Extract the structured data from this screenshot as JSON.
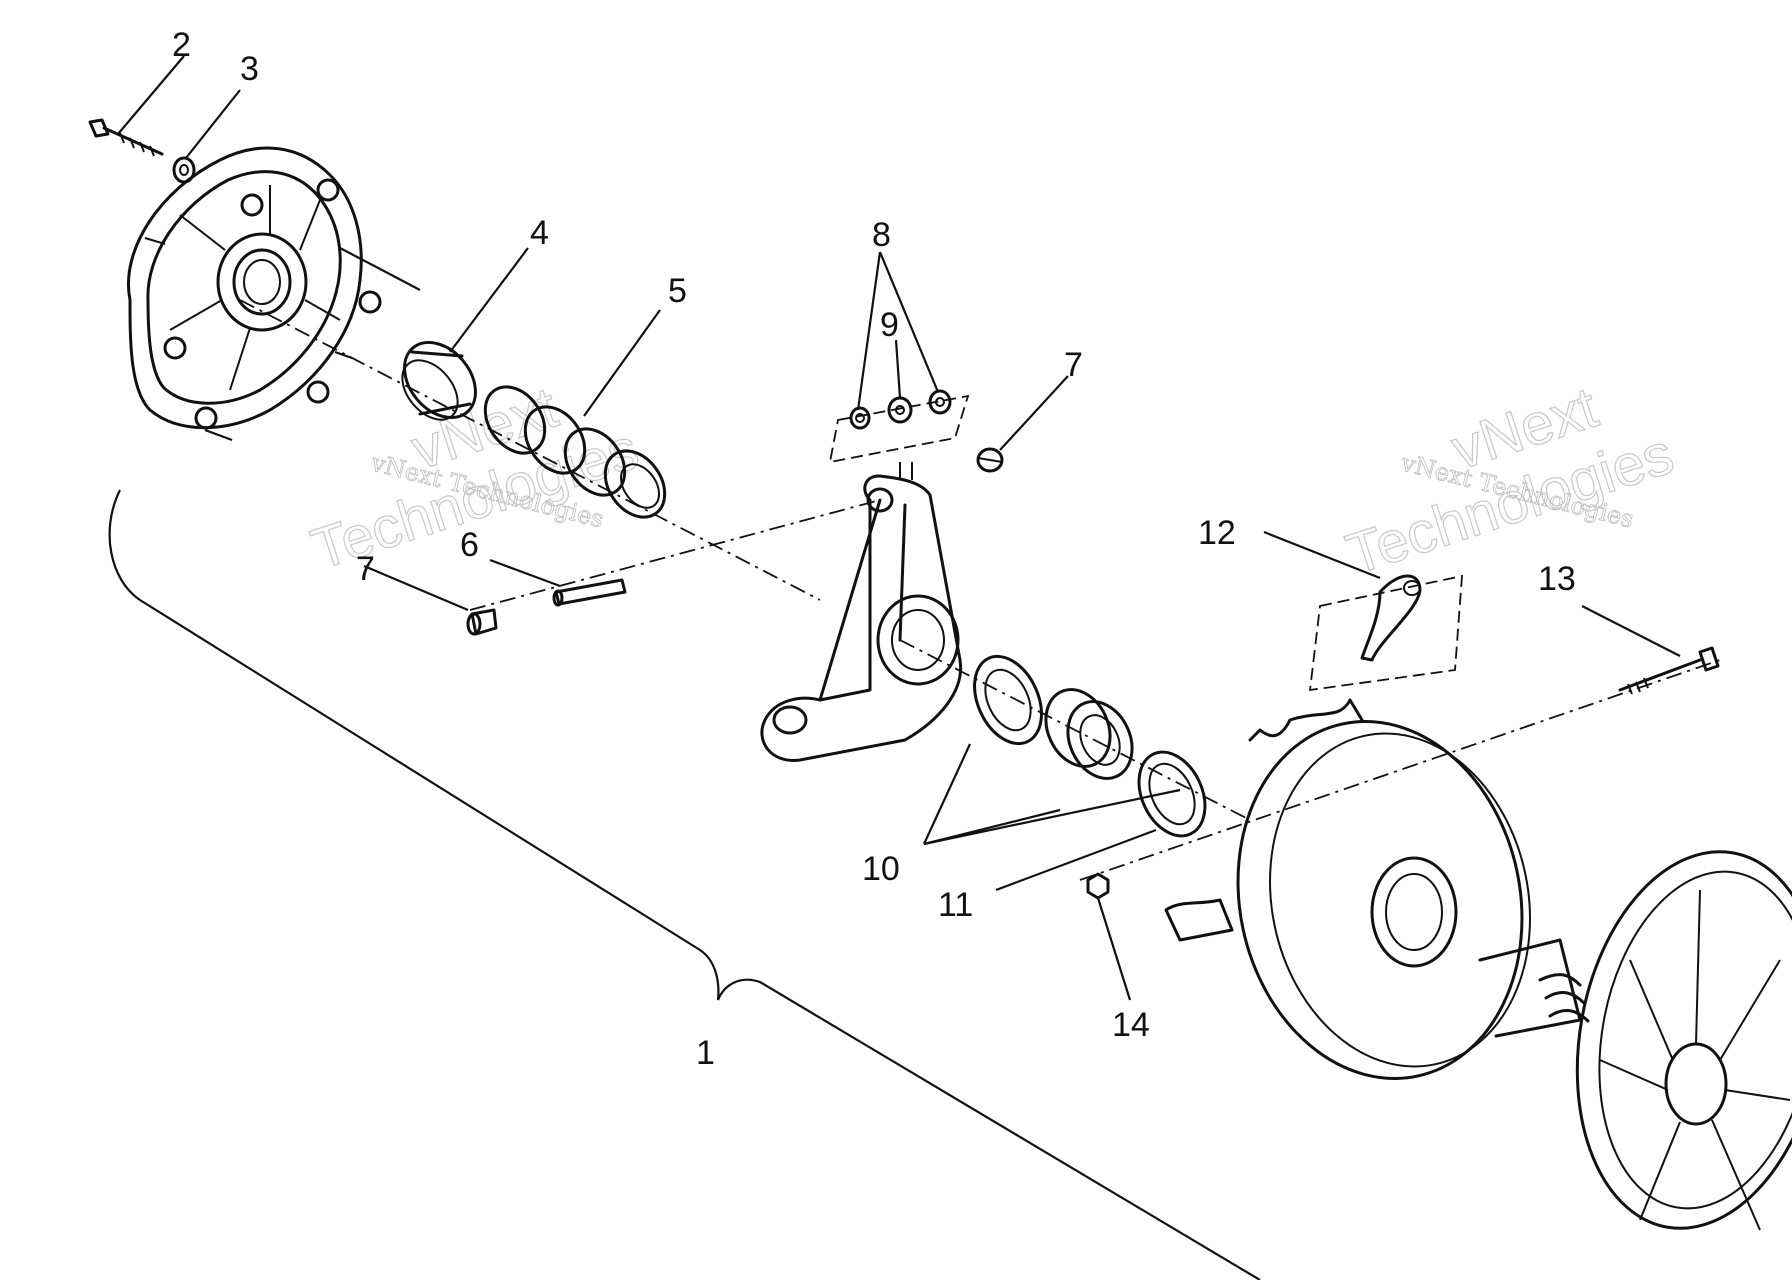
{
  "watermarks": [
    {
      "line1": "vNext",
      "line2": "Technologies",
      "subtitle": "vNext Technologies"
    },
    {
      "line1": "vNext",
      "line2": "Technologies",
      "subtitle": "vNext Technologies"
    }
  ],
  "callouts": {
    "c1": "1",
    "c2": "2",
    "c3": "3",
    "c4": "4",
    "c5": "5",
    "c6": "6",
    "c7a": "7",
    "c7b": "7",
    "c8": "8",
    "c9": "9",
    "c10": "10",
    "c11": "11",
    "c12": "12",
    "c13": "13",
    "c14": "14"
  }
}
